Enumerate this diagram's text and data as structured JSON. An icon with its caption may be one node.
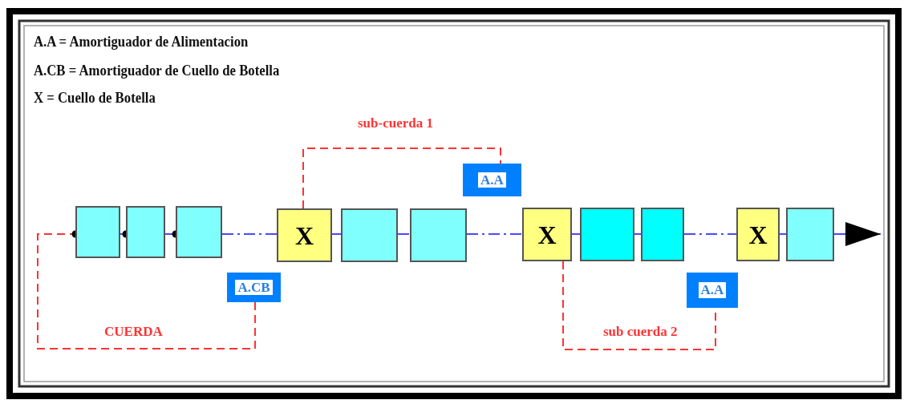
{
  "diagram": {
    "nodes": [
      {
        "text": [],
        "shape": "box"
      },
      {
        "text": [],
        "shape": "box"
      },
      {
        "text": [],
        "shape": "box"
      },
      {
        "text": [
          "X"
        ]
      },
      {
        "text": [],
        "shape": "box"
      },
      {
        "text": [],
        "shape": "box"
      },
      {
        "text": [
          "X"
        ]
      },
      {
        "text": [],
        "shape": "box"
      },
      {
        "text": [],
        "shape": "box"
      },
      {
        "text": [
          "X"
        ]
      },
      {
        "text": [],
        "shape": "box"
      },
      {
        "text": [
          "A.CB"
        ]
      },
      {
        "text": [
          "A.A"
        ]
      },
      {
        "text": [
          "A.A"
        ]
      }
    ],
    "edges": [
      {
        "from": 0,
        "to": 1,
        "arrow": "other",
        "style": "dashed"
      },
      {
        "from": 1,
        "to": 2,
        "arrow": "other",
        "style": "dashed"
      },
      {
        "from": 2,
        "to": 3,
        "arrow": "none",
        "style": "dashed"
      },
      {
        "from": 3,
        "to": 4,
        "arrow": "none",
        "style": "dashed"
      },
      {
        "from": 4,
        "to": 5,
        "arrow": "none",
        "style": "dashed"
      },
      {
        "from": 5,
        "to": 6,
        "arrow": "none",
        "style": "dashed"
      },
      {
        "from": 6,
        "to": 7,
        "arrow": "none",
        "style": "dashed"
      },
      {
        "from": 7,
        "to": 8,
        "arrow": "none",
        "style": "dashed"
      },
      {
        "from": 8,
        "to": 9,
        "arrow": "none",
        "style": "dashed"
      },
      {
        "from": 9,
        "to": 10,
        "arrow": "none",
        "style": "dashed"
      },
      {
        "from": 10,
        "to": null,
        "arrow": "to",
        "style": "dashed"
      },
      {
        "from": 11,
        "to": 0,
        "arrow": "other",
        "label": "CUERDA",
        "style": "dashed",
        "color": "#ff3333"
      },
      {
        "from": 3,
        "to": 12,
        "arrow": "none",
        "label": "sub-cuerda 1",
        "style": "dashed",
        "color": "#ff3333"
      },
      {
        "from": 6,
        "to": 13,
        "arrow": "none",
        "label": "sub cuerda 2",
        "style": "dashed",
        "color": "#ff3333"
      }
    ],
    "labels": [
      "A.A = Amortiguador de Alimentacion",
      "A.CB = Amortiguador de Cuello de Botella",
      "X = Cuello de Botella"
    ]
  }
}
